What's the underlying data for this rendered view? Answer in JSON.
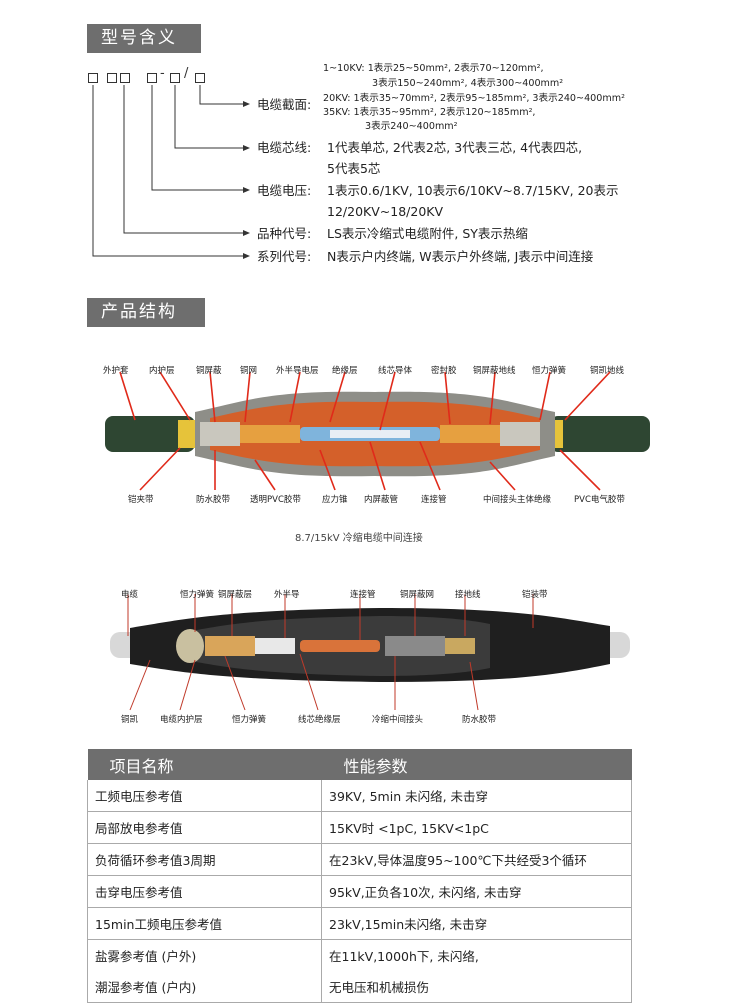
{
  "sections": {
    "model_meaning": "型号含义",
    "product_structure": "产品结构"
  },
  "model_code": {
    "dash": "-",
    "slash": "/"
  },
  "legend": {
    "cross_section_label": "电缆截面:",
    "cross_section_lines": [
      "1~10KV: 1表示25~50mm², 2表示70~120mm²,",
      "3表示150~240mm², 4表示300~400mm²",
      "20KV: 1表示35~70mm², 2表示95~185mm², 3表示240~400mm²",
      "35KV: 1表示35~95mm², 2表示120~185mm²,",
      "3表示240~400mm²"
    ],
    "core_label": "电缆芯线:",
    "core_text": "1代表单芯, 2代表2芯, 3代表三芯, 4代表四芯,",
    "core_text2": "5代表5芯",
    "voltage_label": "电缆电压:",
    "voltage_text": "1表示0.6/1KV, 10表示6/10KV~8.7/15KV, 20表示",
    "voltage_text2": "12/20KV~18/20KV",
    "variety_label": "品种代号:",
    "variety_text": "LS表示冷缩式电缆附件, SY表示热缩",
    "series_label": "系列代号:",
    "series_text": "N表示户内终端, W表示户外终端, J表示中间连接"
  },
  "diagram1": {
    "top_labels": [
      "外护套",
      "内护层",
      "铜屏蔽",
      "铜网",
      "外半导电层",
      "绝缘层",
      "线芯导体",
      "密封胶",
      "铜屏蔽地线",
      "恒力弹簧",
      "铜凯地线"
    ],
    "bottom_labels": [
      "铠夹带",
      "防水胶带",
      "透明PVC胶带",
      "应力锥",
      "内屏蔽管",
      "连接管",
      "中间接头主体绝缘",
      "PVC电气胶带"
    ],
    "caption": "8.7/15kV 冷缩电缆中间连接"
  },
  "diagram2": {
    "top_labels": [
      "电缆",
      "恒力弹簧",
      "铜屏蔽层",
      "外半导",
      "连接管",
      "铜屏蔽网",
      "接地线",
      "铠装带"
    ],
    "bottom_labels": [
      "铜凯",
      "电缆内护层",
      "恒力弹簧",
      "线芯绝缘层",
      "冷缩中间接头",
      "防水胶带"
    ]
  },
  "spec_table": {
    "headers": [
      "项目名称",
      "性能参数"
    ],
    "rows": [
      [
        "工频电压参考值",
        "39KV, 5min 未闪络, 未击穿"
      ],
      [
        "局部放电参考值",
        "15KV时 <1pC, 15KV<1pC"
      ],
      [
        "负荷循环参考值3周期",
        "在23kV,导体温度95~100℃下共经受3个循环"
      ],
      [
        "击穿电压参考值",
        "95kV,正负各10次, 未闪络, 未击穿"
      ],
      [
        "15min工频电压参考值",
        "23kV,15min未闪络, 未击穿"
      ],
      [
        "盐雾参考值 (户外)",
        "在11kV,1000h下, 未闪络,"
      ],
      [
        "潮湿参考值 (户内)",
        "无电压和机械损伤"
      ]
    ]
  },
  "colors": {
    "header_bg": "#6e6e6e",
    "arrow": "#e02a1a",
    "insulation": "#d4602a",
    "sheath": "#2e3a2e"
  }
}
